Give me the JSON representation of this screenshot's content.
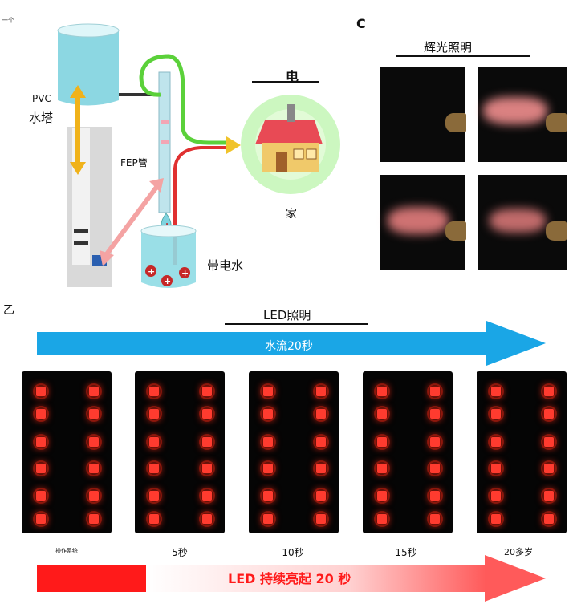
{
  "panel_a_label": "一个",
  "panel_c_label": "C",
  "panel_b_label": "乙",
  "top": {
    "pvc_label": "PVC",
    "water_tower_label": "水塔",
    "fep_tube_label": "FEP管",
    "electricity_label": "电",
    "home_label": "家",
    "charged_water_label": "带电水"
  },
  "glow_panel": {
    "title": "辉光照明"
  },
  "led_section": {
    "title": "LED照明",
    "arrow_label": "水流20秒",
    "captions": [
      "操作系统",
      "5秒",
      "10秒",
      "15秒",
      "20多岁"
    ],
    "bottom_label": "LED 持续亮起 20 秒"
  },
  "colors": {
    "blue_arrow": "#1aa6e6",
    "red_bar": "#ff1a1a",
    "green_wire": "#5bd13a",
    "red_wire": "#e03030",
    "yellow_arrow": "#f0b21a"
  }
}
